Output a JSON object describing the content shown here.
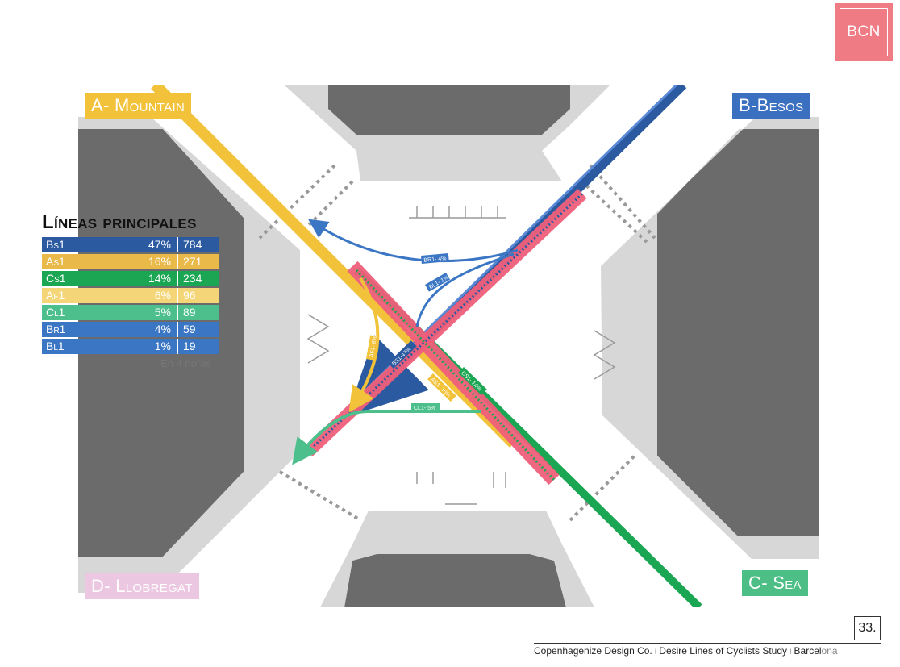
{
  "logo": {
    "text": "BCN"
  },
  "corners": {
    "a": "A- Mountain",
    "b": "B-Besos",
    "c": "C- Sea",
    "d": "D- Llobregat"
  },
  "legend": {
    "title": "Líneas principales",
    "rows": [
      {
        "code": "Bs1",
        "pct": "47%",
        "count": "784",
        "color": "#2c5aa0"
      },
      {
        "code": "As1",
        "pct": "16%",
        "count": "271",
        "color": "#e9b94a"
      },
      {
        "code": "Cs1",
        "pct": "14%",
        "count": "234",
        "color": "#1aa652"
      },
      {
        "code": "Af1",
        "pct": "6%",
        "count": "96",
        "color": "#f4d679"
      },
      {
        "code": "Cl1",
        "pct": "5%",
        "count": "89",
        "color": "#4cbf8d"
      },
      {
        "code": "Br1",
        "pct": "4%",
        "count": "59",
        "color": "#3a76c4"
      },
      {
        "code": "Bl1",
        "pct": "1%",
        "count": "19",
        "color": "#3a76c4"
      }
    ],
    "note": "En 4 horas"
  },
  "route_labels": {
    "br": "BR1- 4%",
    "bl": "BL1- 1%",
    "bs": "BS1-47%",
    "af": "AF1- 6%",
    "as": "AS1- 16%",
    "cs": "CS1- 14%",
    "cl": "CL1- 5%"
  },
  "page_number": "33.",
  "footer": {
    "org": "Copenhagenize Design Co.",
    "study": "Desire Lines of Cyclists Study",
    "city_dark": "Barcel",
    "city_light": "ona"
  }
}
